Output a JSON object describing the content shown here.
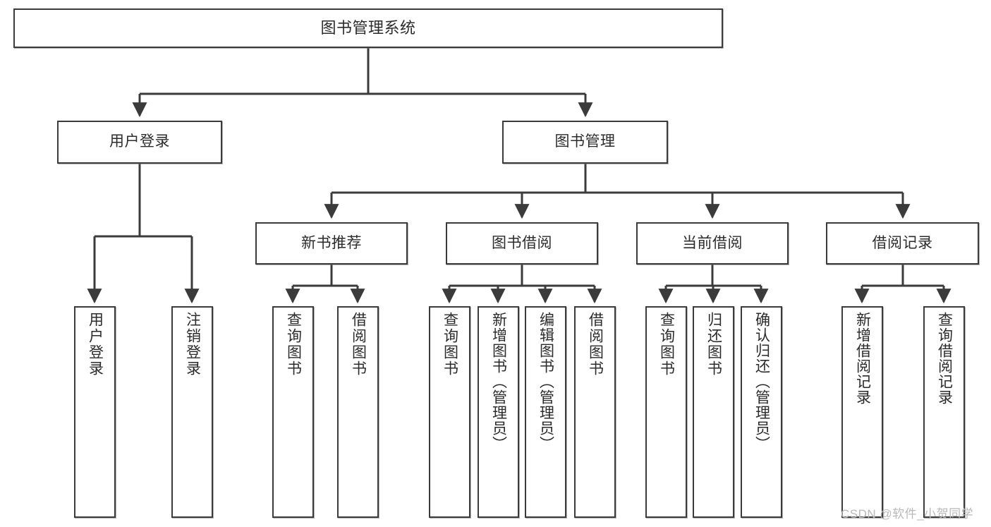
{
  "diagram": {
    "title": "图书管理系统",
    "type": "tree-hierarchy-chart",
    "watermark": "CSDN @软件_小贺同学",
    "colors": {
      "stroke": "#3b3b3b",
      "fill": "#ffffff",
      "text": "#2b2b2b",
      "watermark": "#b9b9b9"
    },
    "nodes": {
      "root": {
        "label": "图书管理系统"
      },
      "level2": [
        {
          "id": "user-login",
          "label": "用户登录"
        },
        {
          "id": "book-management",
          "label": "图书管理"
        }
      ],
      "level3": [
        {
          "id": "new-book-recommend",
          "label": "新书推荐"
        },
        {
          "id": "book-borrow",
          "label": "图书借阅"
        },
        {
          "id": "current-borrow",
          "label": "当前借阅"
        },
        {
          "id": "borrow-record",
          "label": "借阅记录"
        }
      ],
      "leaves": {
        "user_login": [
          {
            "id": "leaf-user-login",
            "label": "用户登录"
          },
          {
            "id": "leaf-user-logout",
            "label": "注销登录"
          }
        ],
        "new_book_recommend": [
          {
            "id": "leaf-query-book-1",
            "label": "查询图书"
          },
          {
            "id": "leaf-borrow-book-1",
            "label": "借阅图书"
          }
        ],
        "book_borrow": [
          {
            "id": "leaf-query-book-2",
            "label": "查询图书"
          },
          {
            "id": "leaf-add-book",
            "label": "新增图书（管理员）"
          },
          {
            "id": "leaf-edit-book",
            "label": "编辑图书（管理员）"
          },
          {
            "id": "leaf-borrow-book-2",
            "label": "借阅图书"
          }
        ],
        "current_borrow": [
          {
            "id": "leaf-query-book-3",
            "label": "查询图书"
          },
          {
            "id": "leaf-return-book",
            "label": "归还图书"
          },
          {
            "id": "leaf-confirm-return",
            "label": "确认归还（管理员）"
          }
        ],
        "borrow_record": [
          {
            "id": "leaf-add-record",
            "label": "新增借阅记录"
          },
          {
            "id": "leaf-query-record",
            "label": "查询借阅记录"
          }
        ]
      }
    }
  }
}
